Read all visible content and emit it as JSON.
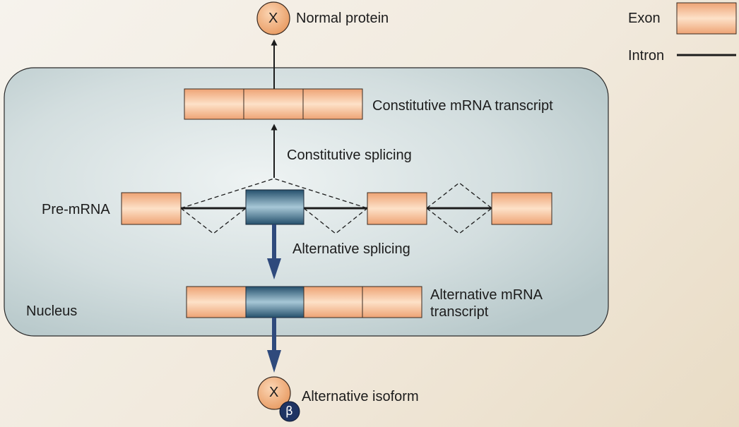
{
  "legend": {
    "exon_label": "Exon",
    "intron_label": "Intron"
  },
  "labels": {
    "normal_protein": "Normal protein",
    "protein_symbol": "X",
    "beta_symbol": "β",
    "constitutive_transcript": "Constitutive mRNA transcript",
    "constitutive_splicing": "Constitutive splicing",
    "pre_mrna": "Pre-mRNA",
    "alternative_splicing": "Alternative splicing",
    "alternative_transcript_line1": "Alternative mRNA",
    "alternative_transcript_line2": "transcript",
    "nucleus": "Nucleus",
    "alternative_isoform": "Alternative isoform"
  },
  "colors": {
    "exon": "#f3b98c",
    "alternative_exon": "#3e7896",
    "nucleus_fill": "#c9d6d8",
    "nucleus_center": "#eef3f3",
    "arrow_dark": "#1c1c1c",
    "arrow_blue": "#2f4a7c",
    "protein_fill": "#f0b27e",
    "beta_fill": "#1f3463"
  }
}
